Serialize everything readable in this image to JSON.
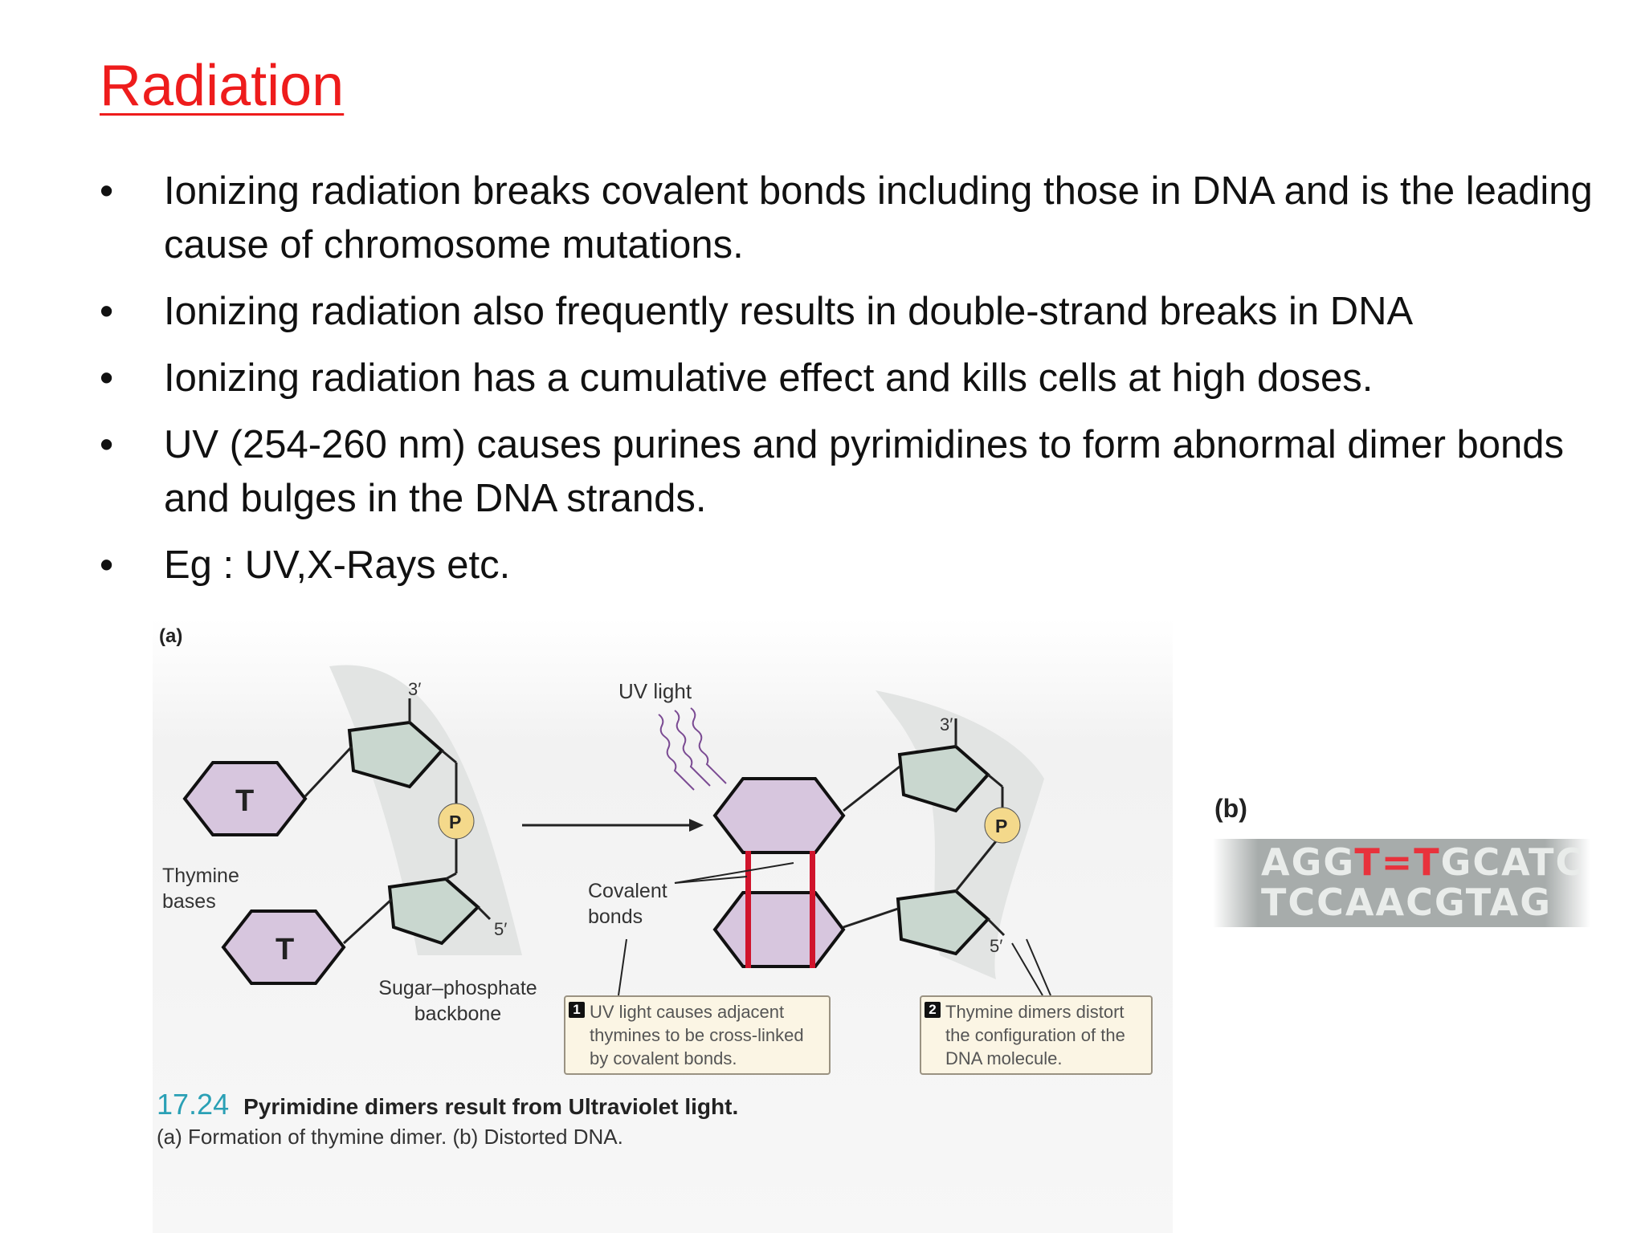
{
  "title": "Radiation",
  "bullets": [
    "Ionizing radiation breaks covalent bonds including those in DNA and is the leading cause of chromosome mutations.",
    "Ionizing radiation also frequently results in double-strand breaks in DNA",
    "Ionizing radiation has a cumulative effect and kills cells at high doses.",
    "UV (254-260 nm) causes purines and pyrimidines to form abnormal dimer bonds and bulges in the DNA strands.",
    "Eg : UV,X-Rays etc."
  ],
  "figure": {
    "panel_a": "(a)",
    "panel_b": "(b)",
    "uv_light": "UV light",
    "base_letter": "T",
    "phosphate": "P",
    "prime3": "3′",
    "prime5": "5′",
    "thymine_bases": "Thymine bases",
    "sugar_backbone": "Sugar–phosphate backbone",
    "covalent_bonds": "Covalent bonds",
    "step1_num": "1",
    "step1_text": "UV light causes adjacent thymines to be cross-linked by covalent bonds.",
    "step2_num": "2",
    "step2_text": "Thymine dimers distort the configuration of the DNA molecule.",
    "seq_top_a": "AGG",
    "seq_top_mark": "T=T",
    "seq_top_b": "GCATC",
    "seq_bottom": "TCCAACGTAG",
    "caption_num": "17.24",
    "caption_title": "Pyrimidine dimers result from Ultraviolet light.",
    "caption_sub": "(a) Formation of thymine dimer. (b) Distorted DNA."
  },
  "colors": {
    "title": "#ee1c1c",
    "base_fill": "#d7c6de",
    "sugar_fill": "#c9d7cf",
    "phosphate_fill": "#f4d98b",
    "crosslink": "#d0142c",
    "uv_arrow": "#7b4b93",
    "caption_num": "#2aa0b5"
  }
}
